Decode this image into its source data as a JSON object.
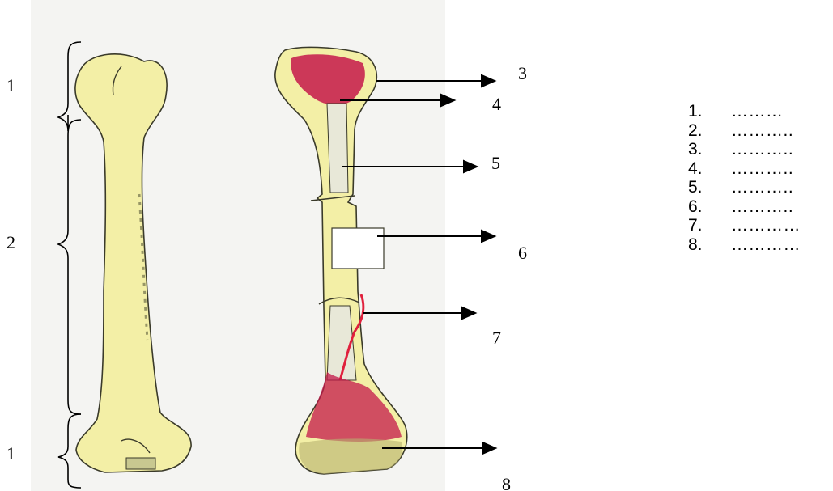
{
  "left_braces": [
    {
      "label": "1"
    },
    {
      "label": "2"
    },
    {
      "label": "1"
    }
  ],
  "pointer_numbers": [
    "3",
    "4",
    "5",
    "6",
    "7",
    "8"
  ],
  "answer_list": [
    {
      "number": "1.",
      "blank": "………"
    },
    {
      "number": "2.",
      "blank": "……….."
    },
    {
      "number": "3.",
      "blank": "……….."
    },
    {
      "number": "4.",
      "blank": "……….."
    },
    {
      "number": "5.",
      "blank": "……….."
    },
    {
      "number": "6.",
      "blank": "……….."
    },
    {
      "number": "7.",
      "blank": "…………"
    },
    {
      "number": "8.",
      "blank": "…………"
    }
  ],
  "colors": {
    "paper": "#f4f4f2",
    "bone_yellow": "#f3efa6",
    "bone_outline": "#3a3a2a",
    "marrow_red": "#c4184a",
    "artery_red": "#e0203c",
    "ink": "#000000"
  }
}
